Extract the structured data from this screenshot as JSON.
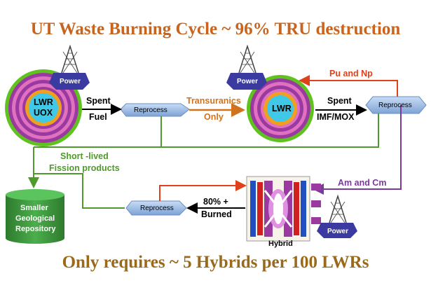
{
  "title": "UT Waste Burning Cycle ~ 96% TRU destruction",
  "footer": "Only requires ~ 5 Hybrids per 100 LWRs",
  "colors": {
    "title": "#c8641e",
    "footer": "#9a6a1a",
    "green": "#4e9a2a",
    "red": "#e0401a",
    "purple": "#7a3a9a",
    "orange": "#d0731e",
    "reprocess": "#8fb2e0",
    "power": "#3a3aa0",
    "repository": "#3a9a3a"
  },
  "reactor_left": {
    "line1": "LWR",
    "line2": "UOX"
  },
  "reactor_right": {
    "line1": "LWR"
  },
  "power_labels": {
    "left": "Power",
    "right": "Power",
    "hybrid": "Power"
  },
  "reprocess_labels": {
    "left": "Reprocess",
    "right": "Reprocess",
    "bottom": "Reprocess"
  },
  "flow_labels": {
    "spent_fuel_1": "Spent",
    "spent_fuel_2": "Fuel",
    "transuranics_1": "Transuranics",
    "transuranics_2": "Only",
    "spent_imf_1": "Spent",
    "spent_imf_2": "IMF/MOX",
    "pu_np": "Pu and Np",
    "short_lived": "Short -lived",
    "fission_products": "Fission products",
    "am_cm": "Am and Cm",
    "burned_1": "80% +",
    "burned_2": "Burned"
  },
  "repository": {
    "line1": "Smaller",
    "line2": "Geological",
    "line3": "Repository"
  },
  "hybrid_label": "Hybrid",
  "icons": [
    "power-tower-icon",
    "reactor-icon",
    "hybrid-reactor-icon",
    "repository-icon"
  ]
}
